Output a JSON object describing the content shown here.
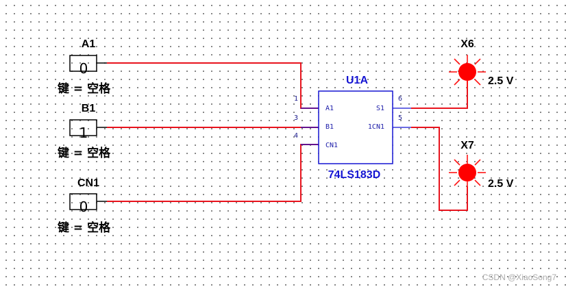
{
  "switches": [
    {
      "name": "A1",
      "value": "0",
      "key_label": "键 = 空格"
    },
    {
      "name": "B1",
      "value": "1",
      "key_label": "键 = 空格"
    },
    {
      "name": "CN1",
      "value": "0",
      "key_label": "键 = 空格"
    }
  ],
  "chip": {
    "ref": "U1A",
    "part": "74LS183D",
    "inputs": [
      {
        "pin": "1",
        "name": "A1"
      },
      {
        "pin": "3",
        "name": "B1"
      },
      {
        "pin": "4",
        "name": "CN1"
      }
    ],
    "outputs": [
      {
        "pin": "6",
        "name": "S1"
      },
      {
        "pin": "5",
        "name": "1CN1"
      }
    ]
  },
  "probes": [
    {
      "name": "X6",
      "voltage": "2.5 V"
    },
    {
      "name": "X7",
      "voltage": "2.5 V"
    }
  ],
  "watermark": "CSDN @XiaoSong7",
  "colors": {
    "wire": "#e8121c",
    "chip": "#1414d2",
    "lamp": "#ff0000"
  }
}
